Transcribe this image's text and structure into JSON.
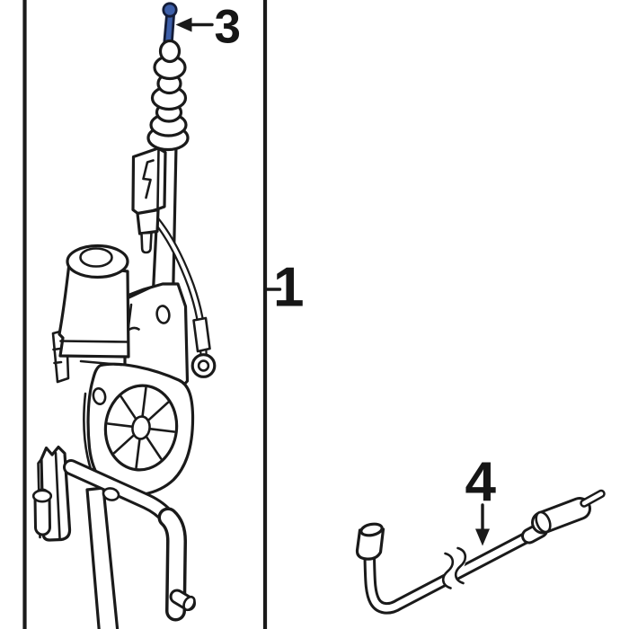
{
  "diagram": {
    "background_color": "#ffffff",
    "line_color": "#1a1a1a",
    "highlight_fill": "#3d5fa9",
    "highlight_stroke": "#131c38",
    "callouts": {
      "assembly": {
        "label": "1"
      },
      "mast_tip": {
        "label": "3"
      },
      "mast_cable": {
        "label": "4"
      }
    }
  }
}
